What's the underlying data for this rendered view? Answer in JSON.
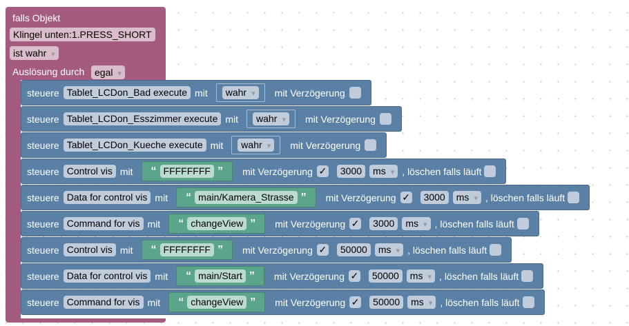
{
  "event": {
    "title": "falls Objekt",
    "object": "Klingel unten:1.PRESS_SHORT",
    "condition": "ist wahr",
    "trigger_label": "Auslösung durch",
    "trigger_value": "egal"
  },
  "labels": {
    "control": "steuere",
    "with": "mit",
    "delay": "mit Verzögerung",
    "clear": ", löschen falls läuft",
    "open_quote": "“",
    "close_quote": "”"
  },
  "rows": [
    {
      "target": "Tablet_LCDon_Bad execute",
      "value": "wahr",
      "type": "bool",
      "delay": false
    },
    {
      "target": "Tablet_LCDon_Esszimmer execute",
      "value": "wahr",
      "type": "bool",
      "delay": false
    },
    {
      "target": "Tablet_LCDon_Kueche execute",
      "value": "wahr",
      "type": "bool",
      "delay": false
    },
    {
      "target": "Control vis",
      "value": "FFFFFFFF",
      "type": "text",
      "delay": true,
      "delay_value": "3000",
      "unit": "ms",
      "clear": false
    },
    {
      "target": "Data for control vis",
      "value": "main/Kamera_Strasse",
      "type": "text",
      "delay": true,
      "delay_value": "3000",
      "unit": "ms",
      "clear": false
    },
    {
      "target": "Command for vis",
      "value": "changeView",
      "type": "text",
      "delay": true,
      "delay_value": "3000",
      "unit": "ms",
      "clear": false
    },
    {
      "target": "Control vis",
      "value": "FFFFFFFF",
      "type": "text",
      "delay": true,
      "delay_value": "50000",
      "unit": "ms",
      "clear": false
    },
    {
      "target": "Data for control vis",
      "value": "main/Start",
      "type": "text",
      "delay": true,
      "delay_value": "50000",
      "unit": "ms",
      "clear": false
    },
    {
      "target": "Command for vis",
      "value": "changeView",
      "type": "text",
      "delay": true,
      "delay_value": "50000",
      "unit": "ms",
      "clear": false
    }
  ],
  "colors": {
    "event": "#a55b80",
    "control": "#5b80a5",
    "text": "#5ba58c"
  }
}
